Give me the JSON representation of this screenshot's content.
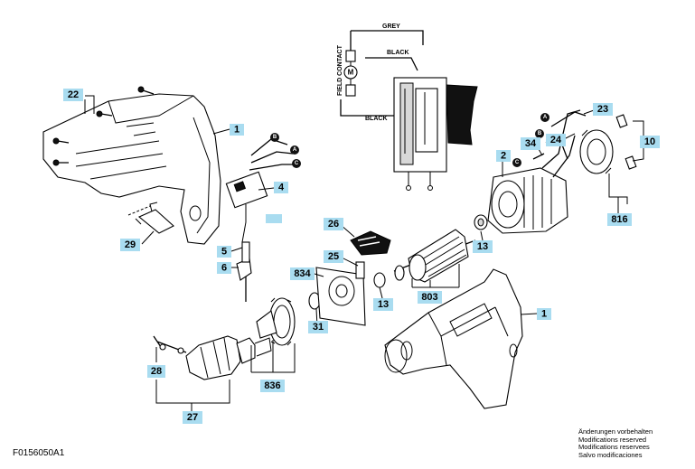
{
  "drawing_code": "F0156050A1",
  "footnote_lines": [
    "Änderungen vorbehalten",
    "Modifications reserved",
    "Modifications reservees",
    "Salvo modificaciones"
  ],
  "wiring": {
    "grey": "GREY",
    "black_top": "BLACK",
    "black_bottom": "BLACK",
    "field_contact": "FIELD CONTACT",
    "motor_symbol": "M"
  },
  "wire_letters": {
    "a": "A",
    "b": "B",
    "c": "C"
  },
  "part_labels": {
    "p22": "22",
    "p1_housing": "1",
    "p4": "4",
    "p5": "5",
    "p6": "6",
    "p29": "29",
    "p26": "26",
    "p25": "25",
    "p834": "834",
    "p13_lower": "13",
    "p13_upper": "13",
    "p803": "803",
    "p31": "31",
    "p28": "28",
    "p836": "836",
    "p27": "27",
    "p1_drill": "1",
    "p2": "2",
    "p34": "34",
    "p24": "24",
    "p23": "23",
    "p10": "10",
    "p816": "816"
  },
  "label_fill_color": "#a9dcf0"
}
